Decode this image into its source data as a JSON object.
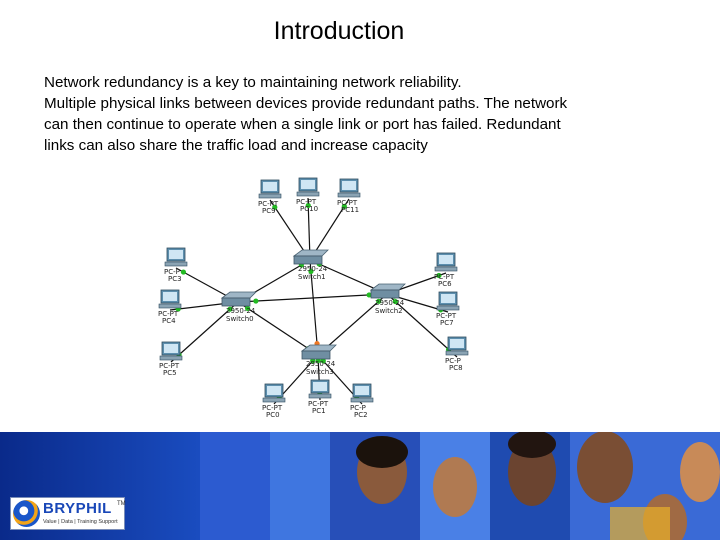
{
  "slide": {
    "title": "Introduction",
    "paragraph_lines": [
      "Network redundancy is a key to maintaining network reliability.",
      "Multiple physical links between devices provide redundant paths. The network",
      "can then continue to operate when a single link or port has failed. Redundant",
      "links can also share the traffic load and increase capacity"
    ]
  },
  "diagram": {
    "switches": [
      {
        "id": "sw0",
        "model": "2950-24",
        "name": "Switch0"
      },
      {
        "id": "sw1",
        "model": "2950-24",
        "name": "Switch1"
      },
      {
        "id": "sw2",
        "model": "2950-24",
        "name": "Switch2"
      },
      {
        "id": "sw3",
        "model": "2950-24",
        "name": "Switch3"
      }
    ],
    "pcs": [
      {
        "id": "pc9",
        "type": "PC-PT",
        "name": "PC9"
      },
      {
        "id": "pc10",
        "type": "PC-PT",
        "name": "PC10"
      },
      {
        "id": "pc11",
        "type": "PC-PT",
        "name": "PC11"
      },
      {
        "id": "pc3",
        "type": "PC-P",
        "name": "PC3"
      },
      {
        "id": "pc4",
        "type": "PC-PT",
        "name": "PC4"
      },
      {
        "id": "pc5",
        "type": "PC-PT",
        "name": "PC5"
      },
      {
        "id": "pc6",
        "type": "PC-PT",
        "name": "PC6"
      },
      {
        "id": "pc7",
        "type": "PC-PT",
        "name": "PC7"
      },
      {
        "id": "pc8",
        "type": "PC-P",
        "name": "PC8"
      },
      {
        "id": "pc0",
        "type": "PC-PT",
        "name": "PC0"
      },
      {
        "id": "pc1",
        "type": "PC-PT",
        "name": "PC1"
      },
      {
        "id": "pc2",
        "type": "PC-P",
        "name": "PC2"
      }
    ],
    "link_color": "#111111",
    "port_up_color": "#22bb22",
    "port_blocked_color": "#ee7722"
  },
  "footer": {
    "logo_brand": "BRYPHIL",
    "logo_tm": "TM",
    "logo_tagline": "Value | Data | Training Support"
  }
}
